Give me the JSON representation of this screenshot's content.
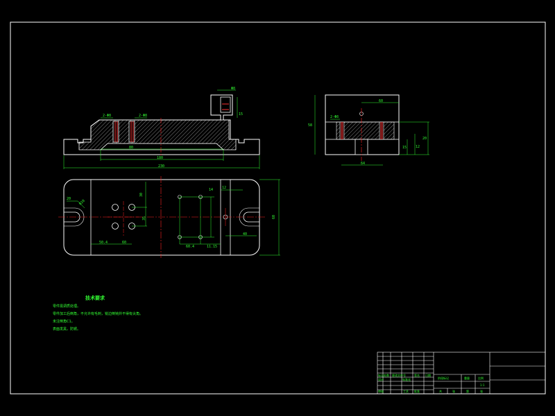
{
  "colors": {
    "background": "#000000",
    "outline": "#ffffff",
    "dimension": "#33ff33",
    "centerline": "#ff2020",
    "hatch": "#aaaaaa",
    "hole_accent": "#ff3333"
  },
  "front_view": {
    "dim_left_label": "2-Φ8",
    "dim_right_label": "2-Φ8",
    "dim_inner": "80",
    "dim_middle": "180",
    "dim_overall": "230",
    "dim_lug_top": "Φ8",
    "dim_lug_side": "15"
  },
  "side_view": {
    "dim_hole_label": "2-Φ8",
    "dim_top": "60",
    "dim_bottom": "64",
    "dim_height": "58",
    "dim_r1": "15",
    "dim_r2": "12",
    "dim_r3": "20"
  },
  "top_view": {
    "dim_slot_w": "20",
    "dim_slot_r": "R10",
    "dim_a": "30",
    "dim_b": "35",
    "dim_c": "50.4",
    "dim_d": "60",
    "dim_e": "12",
    "dim_f": "14",
    "dim_g": "60.4",
    "dim_h": "11.15",
    "dim_i": "40",
    "dim_height": "60"
  },
  "notes": {
    "title": "技术要求",
    "lines": [
      "零件需调质处理。",
      "零件加工后倒角，不允许有毛刺，锐边倒钝并不得有尖角。",
      "未注倒角C1。",
      "表面发黑，防锈。"
    ]
  },
  "title_block": {
    "row1": [
      "标记",
      "处数",
      "更改文件号",
      "签名",
      "日期"
    ],
    "design": "设计",
    "standard": "标准化",
    "stage_label": "阶段标记",
    "weight_label": "重量",
    "scale_label": "比例",
    "scale_value": "1:1",
    "review": "审核",
    "process": "工艺",
    "approve": "批准",
    "sheet": "共",
    "sheet_of": "张",
    "page": "第",
    "page_of": "张"
  }
}
